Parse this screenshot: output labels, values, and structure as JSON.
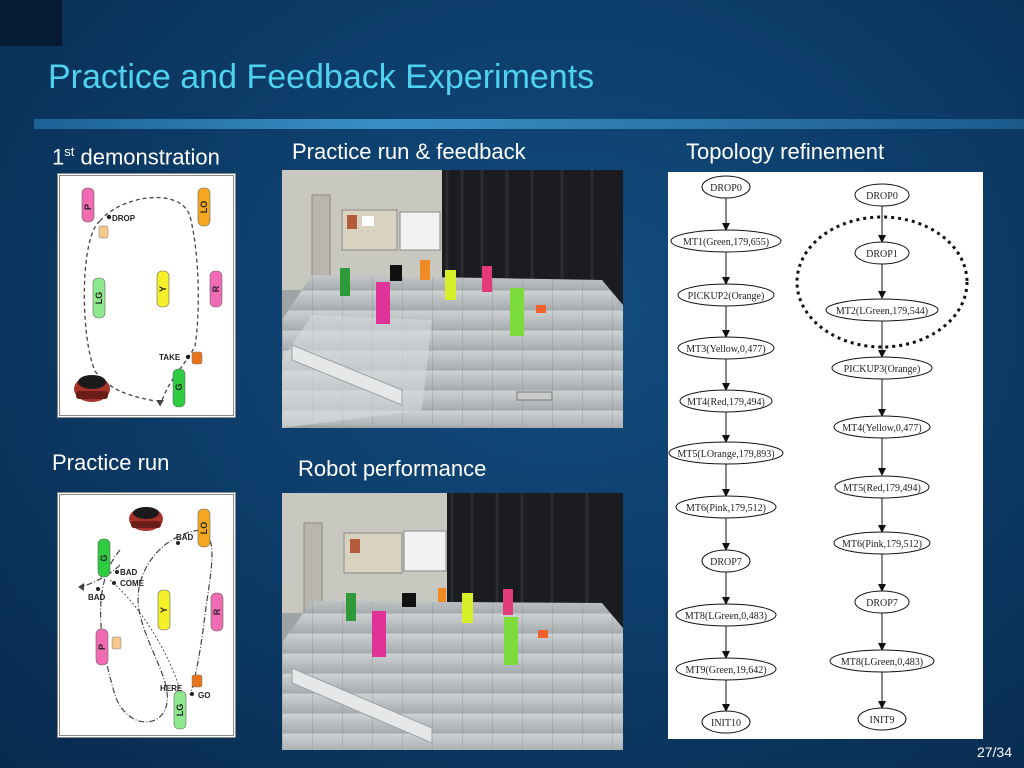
{
  "slide": {
    "title": "Practice and Feedback Experiments",
    "page_number": "27/34"
  },
  "labels": {
    "first_demo_prefix": "1",
    "first_demo_sup": "st",
    "first_demo_suffix": " demonstration",
    "practice_feedback": "Practice run & feedback",
    "topology": "Topology refinement",
    "practice_run": "Practice run",
    "robot_performance": "Robot performance"
  },
  "demo_sketch": {
    "targets": [
      "P",
      "LO",
      "LG",
      "Y",
      "R",
      "G"
    ],
    "drop": "DROP",
    "take": "TAKE"
  },
  "practice_sketch": {
    "targets": [
      "LO",
      "G",
      "Y",
      "R",
      "P",
      "LG"
    ],
    "bad1": "BAD",
    "bad2": "BAD",
    "bad3": "BAD",
    "come": "COME",
    "here": "HERE",
    "go": "GO"
  },
  "topology": {
    "left": [
      "DROP0",
      "MT1(Green,179,655)",
      "PICKUP2(Orange)",
      "MT3(Yellow,0,477)",
      "MT4(Red,179,494)",
      "MT5(LOrange,179,893)",
      "MT6(Pink,179,512)",
      "DROP7",
      "MT8(LGreen,0,483)",
      "MT9(Green,19,642)",
      "INIT10"
    ],
    "right": [
      "DROP0",
      "DROP1",
      "MT2(LGreen,179,544)",
      "PICKUP3(Orange)",
      "MT4(Yellow,0,477)",
      "MT5(Red,179,494)",
      "MT6(Pink,179,512)",
      "DROP7",
      "MT8(LGreen,0,483)",
      "INIT9"
    ]
  },
  "colors": {
    "title": "#4fd2f0",
    "background": "#0c3a66",
    "pink": "#f06ab4",
    "orange": "#f5a623",
    "lightgreen": "#8ee88e",
    "yellow": "#f5f02a",
    "green": "#2ecc40"
  }
}
